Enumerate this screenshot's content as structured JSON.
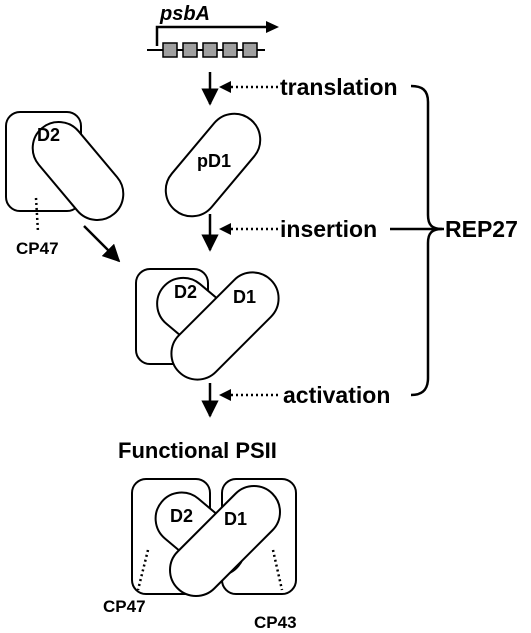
{
  "gene": {
    "name": "psbA"
  },
  "steps": {
    "translation": "translation",
    "insertion": "insertion",
    "activation": "activation"
  },
  "factor": "REP27",
  "proteins": {
    "d2": "D2",
    "pd1": "pD1",
    "d1": "D1",
    "cp47": "CP47",
    "cp43": "CP43"
  },
  "result": "Functional PSII"
}
